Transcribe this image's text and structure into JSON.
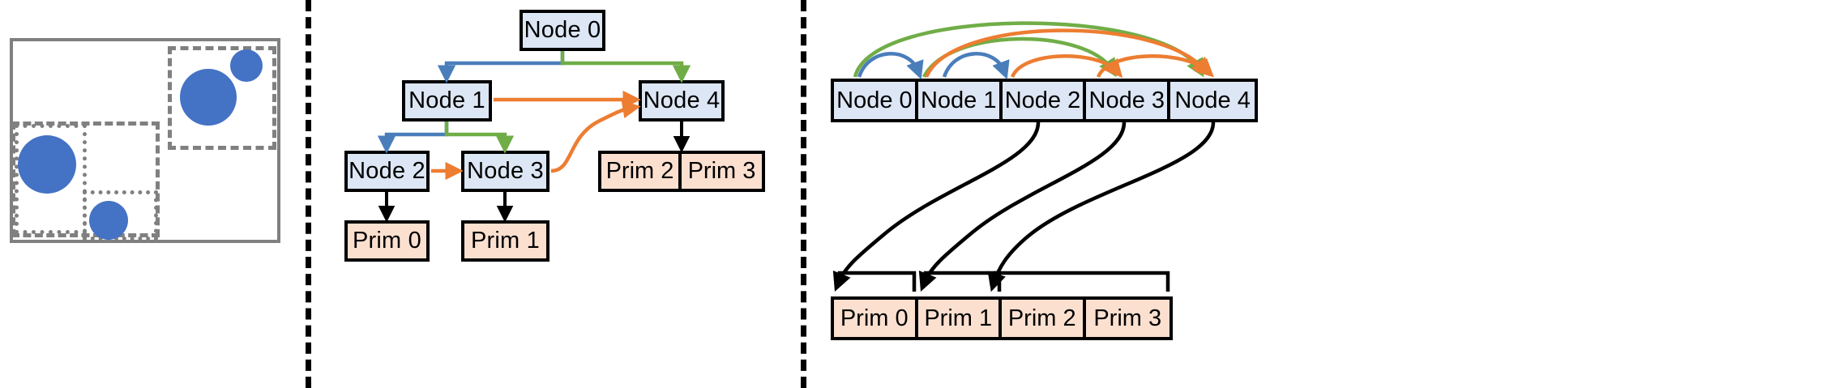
{
  "figure": {
    "panels": [
      "scene-bounding-volumes",
      "bvh-tree",
      "bvh-flat-arrays"
    ],
    "separator_style": "vertical dashed black line"
  },
  "colors": {
    "node_fill": "#dce6f4",
    "prim_fill": "#fbe0d0",
    "box_stroke": "#000000",
    "circle_fill": "#4472c4",
    "scene_box_stroke": "#808080",
    "edge_blue": "#4a7ebb",
    "edge_green": "#70ad47",
    "edge_orange": "#ed7d31",
    "edge_black": "#000000"
  },
  "scene": {
    "outer_label": "scene-bounds",
    "boxes": [
      {
        "name": "root-bounds",
        "style": "solid"
      },
      {
        "name": "node1-bounds",
        "style": "dashed"
      },
      {
        "name": "node4-bounds",
        "style": "dashed"
      },
      {
        "name": "node2-bounds",
        "style": "dotted"
      },
      {
        "name": "node3-bounds",
        "style": "dotted"
      }
    ],
    "primitives": [
      {
        "name": "prim-0-circle"
      },
      {
        "name": "prim-1-circle"
      },
      {
        "name": "prim-2-circle"
      },
      {
        "name": "prim-3-circle"
      }
    ]
  },
  "tree": {
    "nodes": [
      {
        "id": "n0",
        "label": "Node 0"
      },
      {
        "id": "n1",
        "label": "Node 1"
      },
      {
        "id": "n4",
        "label": "Node 4"
      },
      {
        "id": "n2",
        "label": "Node 2"
      },
      {
        "id": "n3",
        "label": "Node 3"
      }
    ],
    "prims": [
      {
        "id": "p0",
        "label": "Prim 0"
      },
      {
        "id": "p1",
        "label": "Prim 1"
      },
      {
        "id": "p2",
        "label": "Prim 2"
      },
      {
        "id": "p3",
        "label": "Prim 3"
      }
    ],
    "edges": [
      {
        "from": "Node 0",
        "to": "Node 1",
        "color": "#4a7ebb",
        "kind": "left-child"
      },
      {
        "from": "Node 0",
        "to": "Node 4",
        "color": "#70ad47",
        "kind": "right-child"
      },
      {
        "from": "Node 1",
        "to": "Node 2",
        "color": "#4a7ebb",
        "kind": "left-child"
      },
      {
        "from": "Node 1",
        "to": "Node 3",
        "color": "#70ad47",
        "kind": "right-child"
      },
      {
        "from": "Node 1",
        "to": "Node 4",
        "color": "#ed7d31",
        "kind": "miss-link"
      },
      {
        "from": "Node 2",
        "to": "Node 3",
        "color": "#ed7d31",
        "kind": "miss-link"
      },
      {
        "from": "Node 3",
        "to": "Node 4",
        "color": "#ed7d31",
        "kind": "miss-link"
      },
      {
        "from": "Node 2",
        "to": "Prim 0",
        "color": "#000000",
        "kind": "prim-link"
      },
      {
        "from": "Node 3",
        "to": "Prim 1",
        "color": "#000000",
        "kind": "prim-link"
      },
      {
        "from": "Node 4",
        "to": "Prim 2",
        "color": "#000000",
        "kind": "prim-link"
      }
    ]
  },
  "arrays": {
    "node_array": {
      "name": "node-array",
      "cells": [
        "Node 0",
        "Node 1",
        "Node 2",
        "Node 3",
        "Node 4"
      ]
    },
    "prim_array": {
      "name": "prim-array",
      "cells": [
        "Prim 0",
        "Prim 1",
        "Prim 2",
        "Prim 3"
      ]
    },
    "links": [
      {
        "from": 0,
        "to": 1,
        "color": "#4a7ebb",
        "kind": "left-child"
      },
      {
        "from": 1,
        "to": 2,
        "color": "#4a7ebb",
        "kind": "left-child"
      },
      {
        "from": 0,
        "to": 4,
        "color": "#70ad47",
        "kind": "right-child"
      },
      {
        "from": 1,
        "to": 3,
        "color": "#70ad47",
        "kind": "right-child"
      },
      {
        "from": 1,
        "to": 4,
        "color": "#ed7d31",
        "kind": "miss-link"
      },
      {
        "from": 2,
        "to": 3,
        "color": "#ed7d31",
        "kind": "miss-link"
      },
      {
        "from": 3,
        "to": 4,
        "color": "#ed7d31",
        "kind": "miss-link"
      },
      {
        "from": "Node 2",
        "to": "Prim 0",
        "color": "#000000",
        "kind": "prim-range"
      },
      {
        "from": "Node 3",
        "to": "Prim 1",
        "color": "#000000",
        "kind": "prim-range"
      },
      {
        "from": "Node 4",
        "to": "Prim 2",
        "color": "#000000",
        "kind": "prim-range"
      }
    ]
  }
}
